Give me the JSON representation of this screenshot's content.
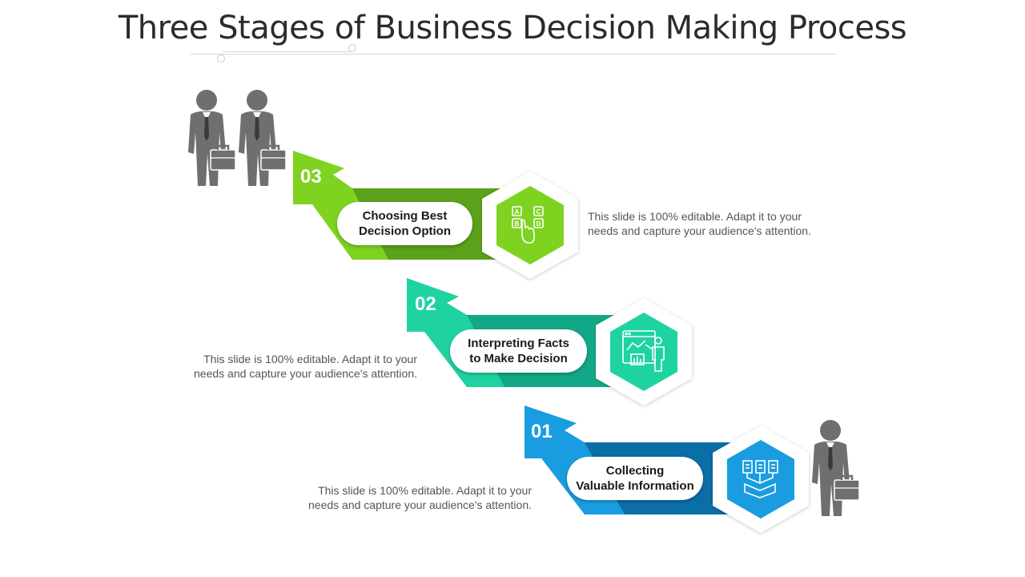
{
  "title": "Three Stages of Business Decision Making Process",
  "stages": [
    {
      "number": "03",
      "label": "Choosing Best\nDecision Option",
      "description": "This slide is 100% editable. Adapt it to your\nneeds and capture your audience's attention.",
      "color_light": "#7ed321",
      "color_dark": "#5ca11b",
      "icon": "abcd-choice-icon"
    },
    {
      "number": "02",
      "label": "Interpreting Facts\nto Make Decision",
      "description": "This slide is 100% editable. Adapt it to your\nneeds and capture your audience's attention.",
      "color_light": "#1fd3a1",
      "color_dark": "#12a887",
      "icon": "presentation-chart-icon"
    },
    {
      "number": "01",
      "label": "Collecting\nValuable Information",
      "description": "This slide is 100% editable. Adapt it to your\nneeds and capture your audience's attention.",
      "color_light": "#1a9de0",
      "color_dark": "#0b6ea6",
      "icon": "documents-collect-icon"
    }
  ],
  "figure_color": "#6f6f6f"
}
